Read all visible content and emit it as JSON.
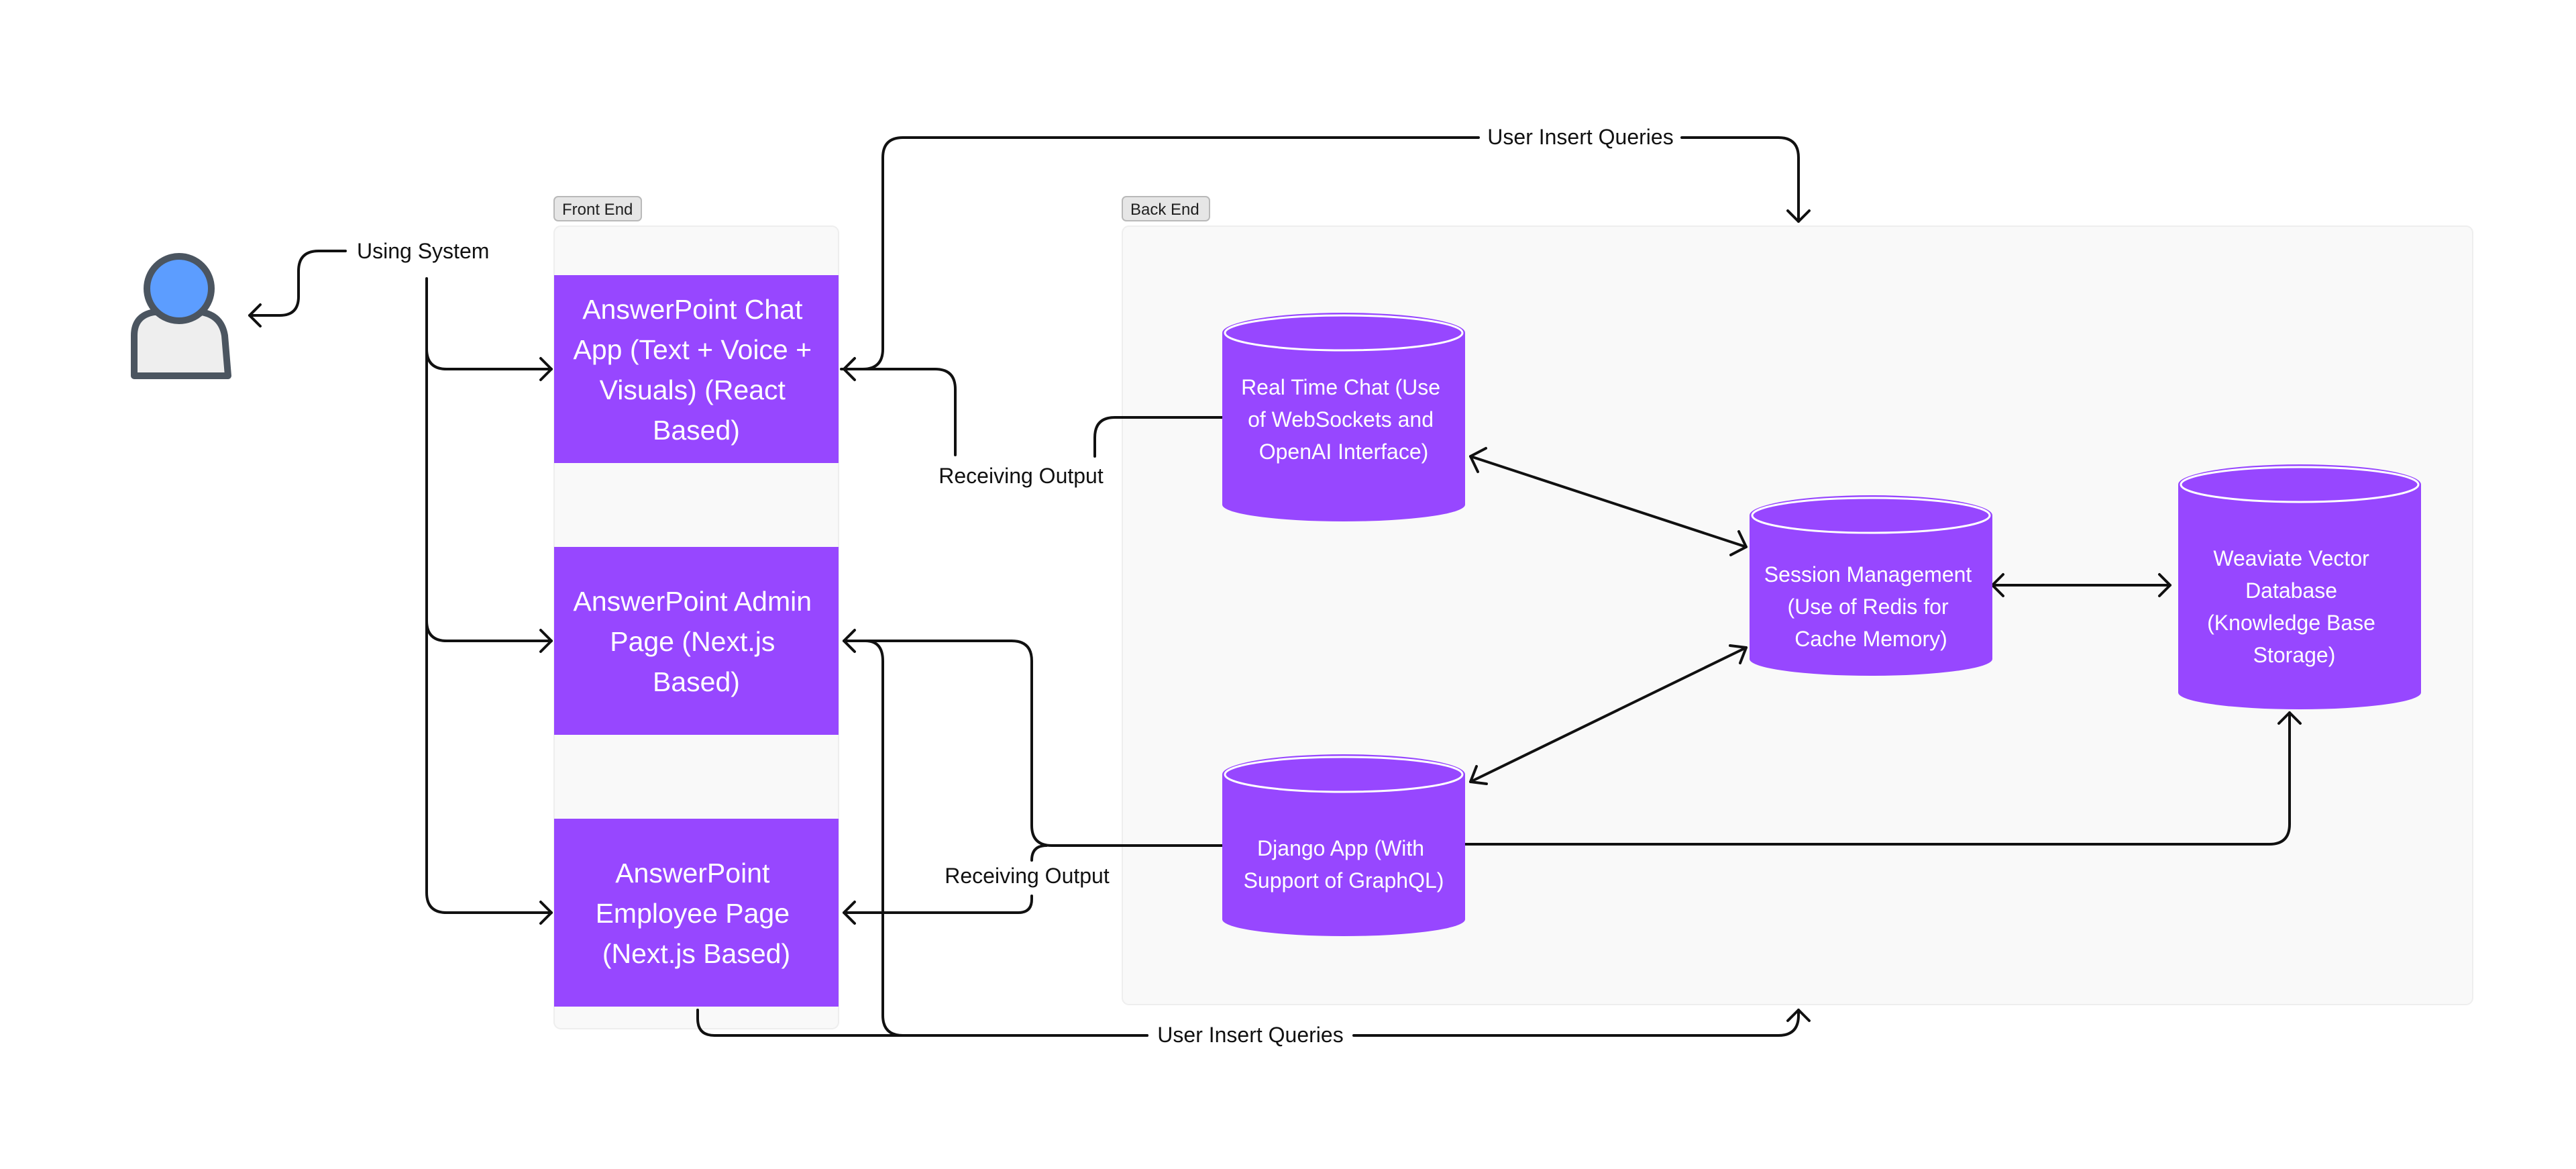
{
  "groups": {
    "front_end": "Front End",
    "back_end": "Back End"
  },
  "actor": {
    "icon": "user-icon",
    "label": "Using System"
  },
  "front_end_nodes": {
    "chat_app": [
      "AnswerPoint Chat",
      "App (Text + Voice +",
      "Visuals) (React",
      "Based)"
    ],
    "admin_page": [
      "AnswerPoint Admin",
      "Page (Next.js",
      "Based)"
    ],
    "employee_page": [
      "AnswerPoint",
      "Employee Page",
      "(Next.js Based)"
    ]
  },
  "back_end_nodes": {
    "realtime_chat": [
      "Real Time Chat (Use",
      "of WebSockets and",
      "OpenAI Interface)"
    ],
    "session_mgmt": [
      "Session Management",
      "(Use of Redis for",
      "Cache Memory)"
    ],
    "weaviate": [
      "Weaviate Vector",
      "Database",
      "(Knowledge Base",
      "Storage)"
    ],
    "django_app": [
      "Django App (With",
      "Support of GraphQL)"
    ]
  },
  "edge_labels": {
    "user_insert_top": "User Insert Queries",
    "user_insert_bottom": "User Insert Queries",
    "receiving_output_top": "Receiving Output",
    "receiving_output_bottom": "Receiving Output"
  },
  "colors": {
    "node_fill": "#9747ff",
    "node_stroke": "#ffffff",
    "group_fill": "#f9f9f9",
    "group_border": "#eeeeee",
    "tag_fill": "#e6e6e6",
    "tag_border": "#b9b9b9",
    "connector": "#111111",
    "person_head": "#5c9dff",
    "person_body": "#eeeeee",
    "person_outline": "#4b5560"
  }
}
